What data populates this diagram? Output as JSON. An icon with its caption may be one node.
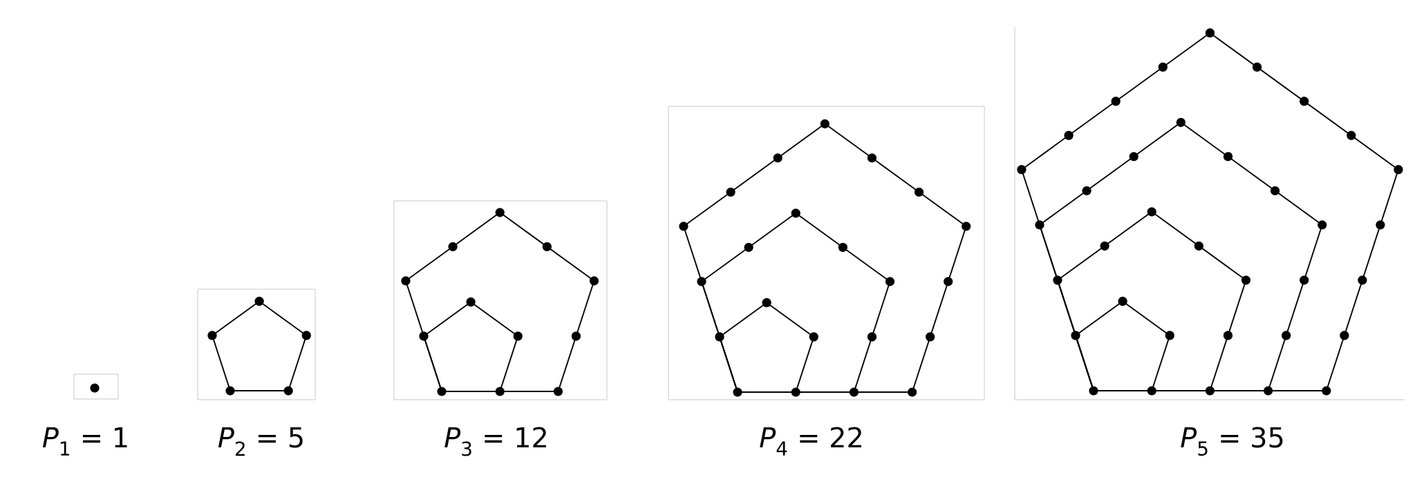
{
  "diagram": {
    "labels": [
      "*P*$_{1}$ = 1",
      "*P*$_{2}$ = 5",
      "*P*$_{3}$ = 12",
      "*P*$_{4}$ = 22",
      "*P*$_{5}$ = 35"
    ]
  }
}
